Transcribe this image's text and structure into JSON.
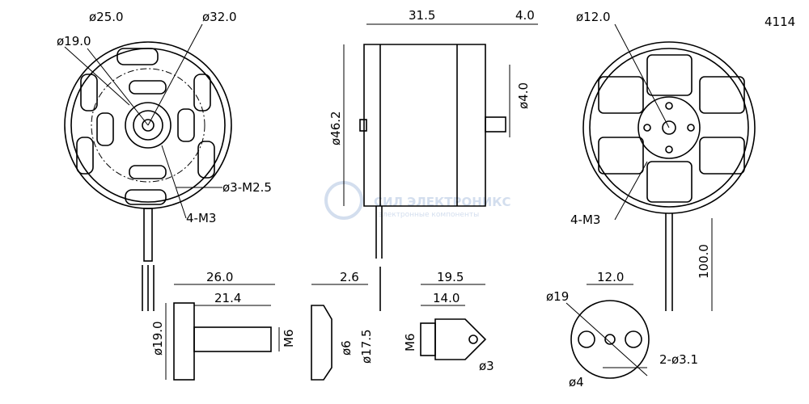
{
  "model": "4114",
  "watermark": {
    "brand": "СИЛ ЭЛЕКТРОНИКС",
    "tagline": "электронные компоненты"
  },
  "front_view": {
    "d1": "ø25.0",
    "d2": "ø32.0",
    "d3": "ø19.0",
    "holes1": "ø3-M2.5",
    "holes2": "4-M3"
  },
  "side_view": {
    "length": "31.5",
    "shaft_len": "4.0",
    "diameter": "ø46.2",
    "shaft_d": "ø4.0"
  },
  "rear_view": {
    "d": "ø12.0",
    "holes": "4-M3",
    "lead": "100.0"
  },
  "prop_adapter": {
    "total": "26.0",
    "thread_len": "21.4",
    "flange_d": "ø19.0",
    "thread": "M6"
  },
  "washer": {
    "thickness": "2.6",
    "inner": "ø6",
    "outer": "ø17.5"
  },
  "nut": {
    "total": "19.5",
    "len": "14.0",
    "thread": "M6",
    "hole": "ø3"
  },
  "mount": {
    "spacing": "12.0",
    "outer": "ø19",
    "center": "ø4",
    "holes": "2-ø3.1"
  }
}
